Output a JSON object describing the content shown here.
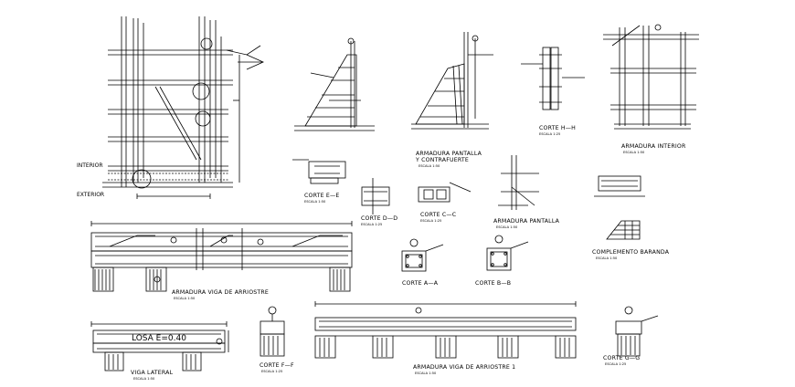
{
  "labels": {
    "interior_side": "INTERIOR",
    "exterior_side": "EXTERIOR",
    "corte_e_e": "CORTE E—E",
    "corte_d_d": "CORTE D—D",
    "corte_c_c": "CORTE C—C",
    "corte_h_h": "CORTE H—H",
    "armadura_interior": "ARMADURA INTERIOR",
    "armadura_pantalla_1": "ARMADURA PANTALLA",
    "armadura_pantalla_2": "Y CONTRAFUERTE",
    "armadura_pantalla_small": "ARMADURA PANTALLA",
    "complemento_baranda": "COMPLEMENTO BARANDA",
    "corte_a_a": "CORTE A—A",
    "corte_b_b": "CORTE B—B",
    "armadura_viga_arriostre": "ARMADURA VIGA DE ARRIOSTRE",
    "losa": "LOSA E=0.40",
    "viga_lateral": "VIGA LATERAL",
    "corte_f_f": "CORTE F—F",
    "armadura_viga_arriostre_1": "ARMADURA VIGA DE ARRIOSTRE 1",
    "corte_g_g": "CORTE G—G"
  },
  "scales": {
    "escala_1_100": "ESCALA 1:100",
    "escala_1_50": "ESCALA 1:50",
    "escala_1_25": "ESCALA 1:25"
  }
}
